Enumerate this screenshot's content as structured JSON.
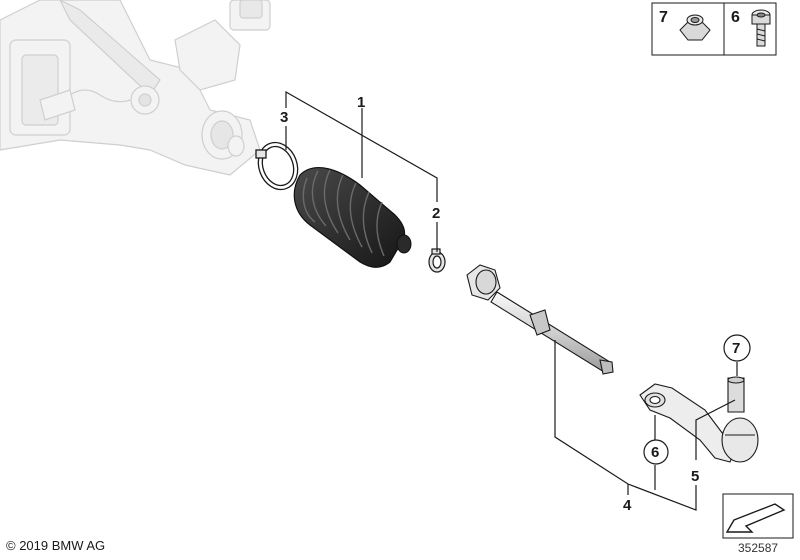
{
  "callouts": {
    "boot_kit": "1",
    "small_clamp": "2",
    "large_clamp": "3",
    "tie_rod_assembly": "4",
    "tie_rod_end": "5",
    "tie_rod_end_bolt": "6",
    "tie_rod_end_nut": "7"
  },
  "hardware_inset": {
    "nut_label": "7",
    "bolt_label": "6"
  },
  "footer": {
    "copyright": "© 2019 BMW AG",
    "diagram_number": "352587"
  },
  "colors": {
    "line": "#1a1a1a",
    "ghost_part": "#d6d6d6",
    "part_fill": "#eeeeee",
    "rubber_boot": "#2b2b2b"
  }
}
